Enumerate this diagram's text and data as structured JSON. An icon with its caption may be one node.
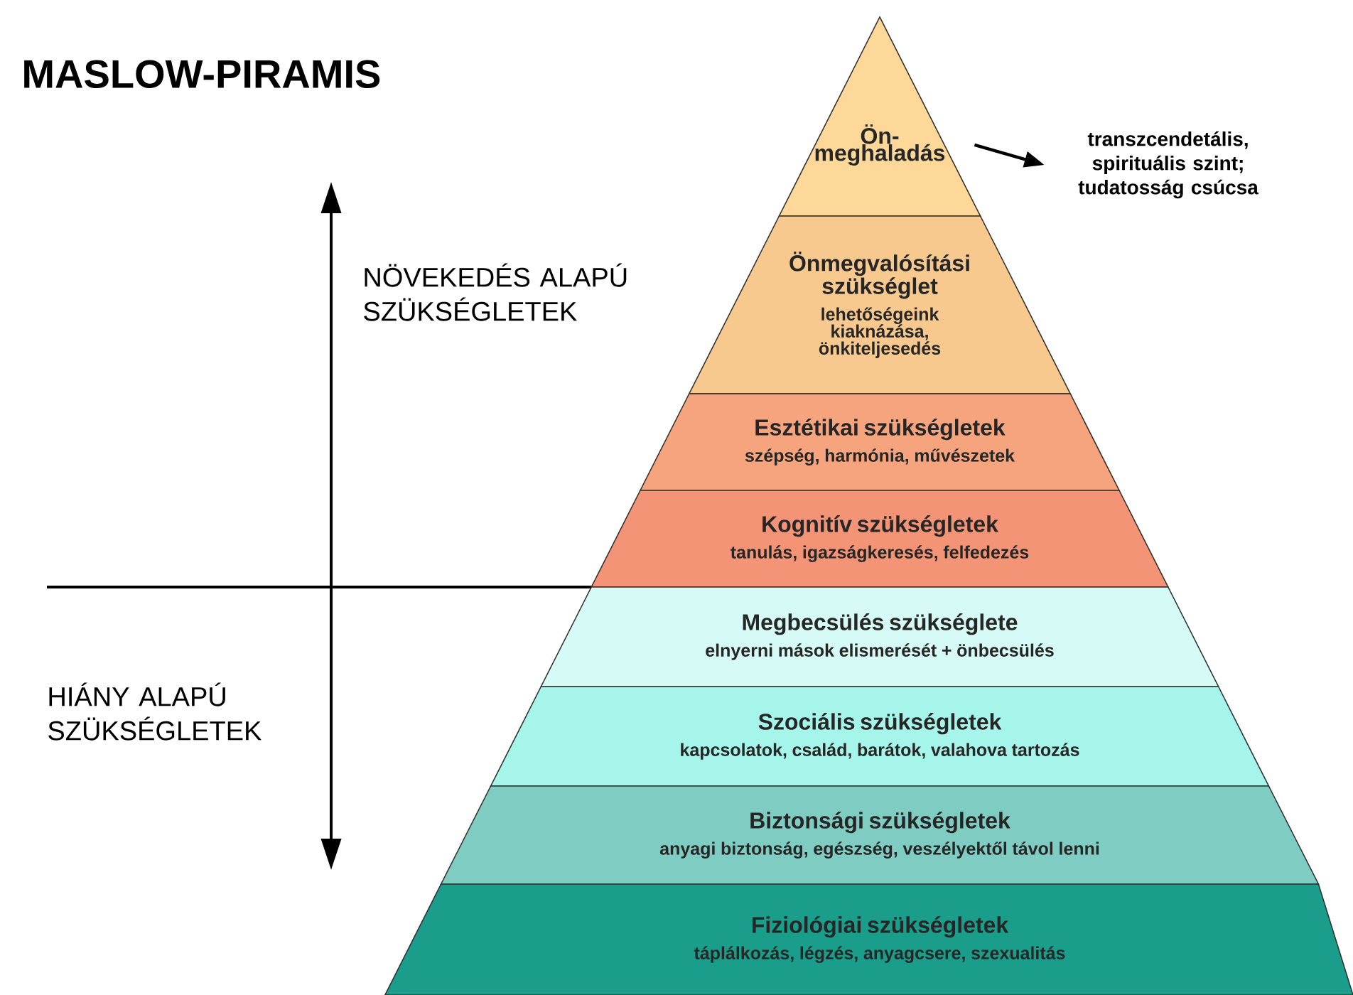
{
  "diagram": {
    "title": "MASLOW-PIRAMIS",
    "nodes": [
      {
        "text": [
          "Ön- meghaladás"
        ]
      },
      {
        "text": [
          "Önmegvalósítási szükséglet",
          "lehetőségeink kiaknázása, önkiteljesedés"
        ]
      },
      {
        "text": [
          "Esztétikai szükségletek",
          "szépség, harmónia, művészetek"
        ]
      },
      {
        "text": [
          "Kognitív szükségletek",
          "tanulás, igazságkeresés, felfedezés"
        ]
      },
      {
        "text": [
          "Megbecsülés szükséglete",
          "elnyerni mások elismerését + önbecsülés"
        ]
      },
      {
        "text": [
          "Szociális szükségletek",
          "kapcsolatok, család, barátok, valahova tartozás"
        ]
      },
      {
        "text": [
          "Biztonsági szükségletek",
          "anyagi biztonság, egészség, veszélyektől távol lenni"
        ]
      },
      {
        "text": [
          "Fiziológiai szükségletek",
          "táplálkozás, légzés, anyagcsere, szexualitás"
        ]
      },
      {
        "text": [
          "transzcendetális, spirituális szint; tudatosság csúcsa"
        ]
      }
    ],
    "edges": [
      {
        "from": 0,
        "to": 8,
        "arrow": "to"
      }
    ],
    "labels": [
      "NÖVEKEDÉS ALAPÚ SZÜKSÉGLETEK",
      "HIÁNY ALAPÚ SZÜKSÉGLETEK"
    ]
  }
}
